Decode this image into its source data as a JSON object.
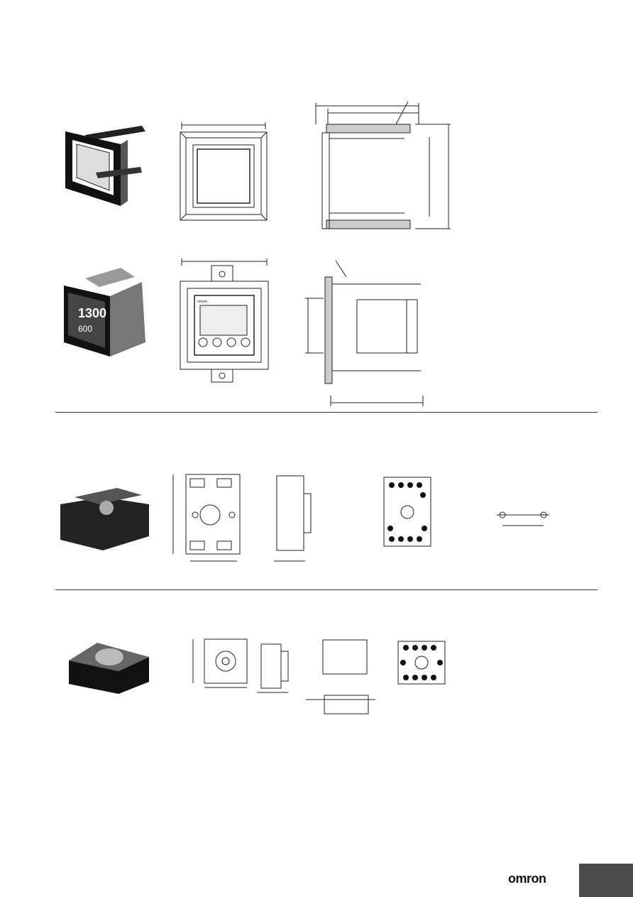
{
  "panel_display": {
    "pv_value": "1300",
    "sv_value": "600",
    "brand_small": "omron"
  },
  "footer": {
    "logo_text": "omron"
  }
}
